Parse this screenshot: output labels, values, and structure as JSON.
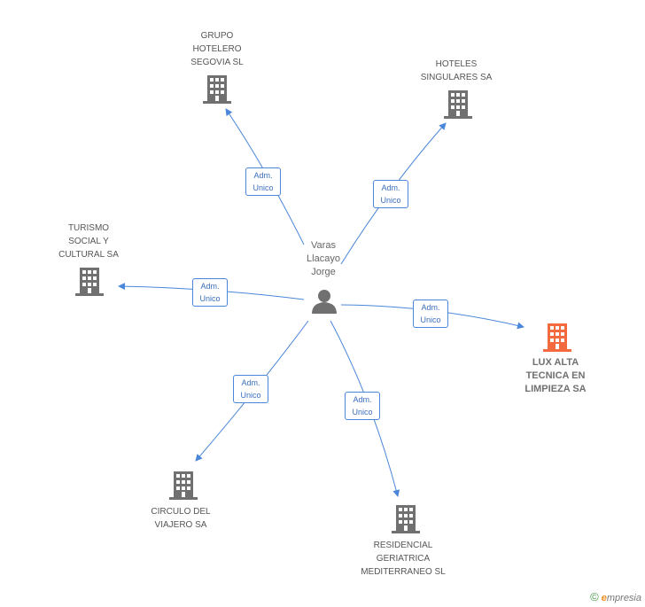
{
  "center": {
    "name": "Varas\nLlacayo\nJorge",
    "icon": "person-icon"
  },
  "companies": [
    {
      "name": "GRUPO\nHOTELERO\nSEGOVIA SL",
      "icon": "building-icon",
      "highlight": false
    },
    {
      "name": "HOTELES\nSINGULARES SA",
      "icon": "building-icon",
      "highlight": false
    },
    {
      "name": "TURISMO\nSOCIAL Y\nCULTURAL SA",
      "icon": "building-icon",
      "highlight": false
    },
    {
      "name": "LUX ALTA\nTECNICA EN\nLIMPIEZA SA",
      "icon": "building-icon",
      "highlight": true
    },
    {
      "name": "CIRCULO DEL\nVIAJERO SA",
      "icon": "building-icon",
      "highlight": false
    },
    {
      "name": "RESIDENCIAL\nGERIATRICA\nMEDITERRANEO SL",
      "icon": "building-icon",
      "highlight": false
    }
  ],
  "edges": [
    {
      "line1": "Adm.",
      "line2": "Unico"
    },
    {
      "line1": "Adm.",
      "line2": "Unico"
    },
    {
      "line1": "Adm.",
      "line2": "Unico"
    },
    {
      "line1": "Adm.",
      "line2": "Unico"
    },
    {
      "line1": "Adm.",
      "line2": "Unico"
    },
    {
      "line1": "Adm.",
      "line2": "Unico"
    }
  ],
  "colors": {
    "edge": "#4a86d9",
    "node": "#707070",
    "highlight": "#f26a3d"
  },
  "footer": {
    "copyright": "©",
    "brand_initial": "e",
    "brand_rest": "mpresia"
  }
}
